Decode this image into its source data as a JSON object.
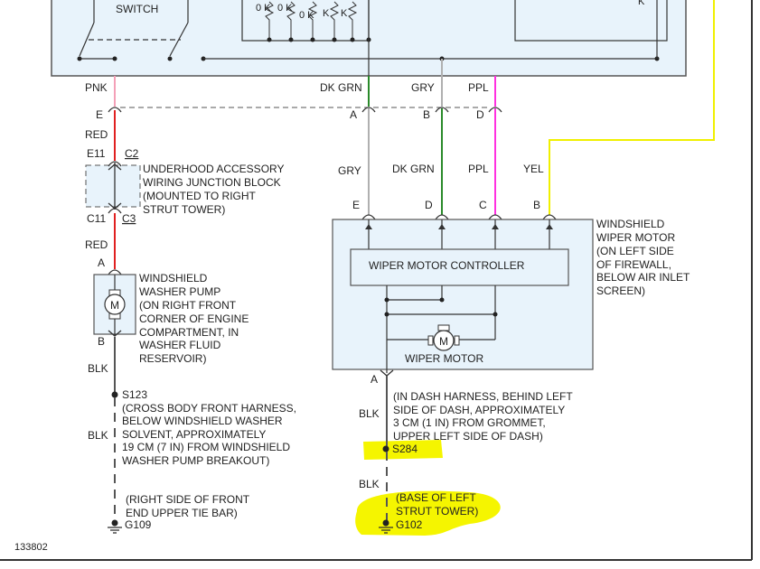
{
  "diagram_id": "133802",
  "top_module": {
    "switch_label": "SWITCH",
    "resistor_labels": [
      "0 K",
      "0 K",
      "0 K",
      "K",
      "K",
      "K"
    ]
  },
  "wires_top": {
    "pnk": "PNK",
    "dk_grn": "DK GRN",
    "gry": "GRY",
    "ppl": "PPL"
  },
  "connector_top": {
    "e": "E",
    "a": "A",
    "b": "B",
    "d": "D"
  },
  "left_branch": {
    "red1": "RED",
    "e11": "E11",
    "c2": "C2",
    "c11": "C11",
    "c3": "C3",
    "junction_block": [
      "UNDERHOOD ACCESSORY",
      "WIRING JUNCTION BLOCK",
      "(MOUNTED TO RIGHT",
      "STRUT TOWER)"
    ],
    "red2": "RED",
    "pin_a": "A",
    "pin_b": "B",
    "pump": [
      "WINDSHIELD",
      "WASHER PUMP",
      "(ON RIGHT FRONT",
      "CORNER OF ENGINE",
      "COMPARTMENT, IN",
      "WASHER FLUID",
      "RESERVOIR)"
    ],
    "motor_symbol": "M",
    "blk1": "BLK",
    "s123": "S123",
    "s123_desc": [
      "(CROSS BODY FRONT HARNESS,",
      "BELOW WINDSHIELD WASHER",
      "SOLVENT, APPROXIMATELY",
      "19 CM (7 IN) FROM WINDSHIELD",
      "WASHER PUMP BREAKOUT)"
    ],
    "blk2": "BLK",
    "g109_desc": [
      "(RIGHT SIDE OF FRONT",
      "END UPPER TIE BAR)"
    ],
    "g109": "G109"
  },
  "right_branch": {
    "wire_labels": {
      "gry": "GRY",
      "dk_grn": "DK GRN",
      "ppl": "PPL",
      "yel": "YEL"
    },
    "pins": {
      "e": "E",
      "d": "D",
      "c": "C",
      "b": "B"
    },
    "wiper_motor_desc": [
      "WINDSHIELD",
      "WIPER MOTOR",
      "(ON LEFT SIDE",
      "OF FIREWALL,",
      "BELOW AIR INLET",
      "SCREEN)"
    ],
    "controller": "WIPER MOTOR CONTROLLER",
    "motor_symbol": "M",
    "wiper_motor": "WIPER MOTOR",
    "pin_a": "A",
    "s284_desc": [
      "(IN DASH HARNESS, BEHIND LEFT",
      "SIDE OF DASH, APPROXIMATELY",
      "3 CM (1 IN) FROM GROMMET,",
      "UPPER LEFT SIDE OF DASH)"
    ],
    "blk1": "BLK",
    "s284": "S284",
    "blk2": "BLK",
    "g102_desc": [
      "(BASE OF LEFT",
      "STRUT TOWER)"
    ],
    "g102": "G102"
  },
  "colors": {
    "module_fill": "#e8f3fb",
    "pink": "#f4a0b8",
    "green": "#2a8a2a",
    "gray": "#b0b0b0",
    "magenta": "#ff30e0",
    "yellow": "#f0f000",
    "red": "#e02020",
    "dark": "#555555",
    "highlight": "#f5f500"
  }
}
